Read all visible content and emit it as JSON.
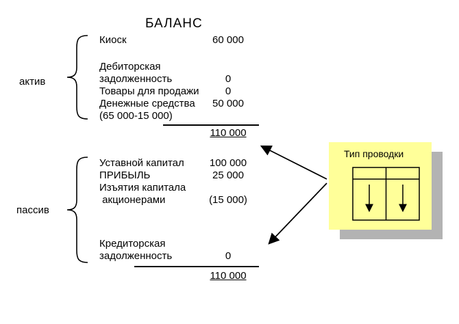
{
  "title": "БАЛАНС",
  "assets": {
    "group_label": "актив",
    "rows": [
      {
        "label": "Киоск",
        "value": "60 000"
      },
      {
        "label": "Дебиторская",
        "value": ""
      },
      {
        "label": "задолженность",
        "value": "0"
      },
      {
        "label": "Товары для продажи",
        "value": "0"
      },
      {
        "label": "Денежные средства",
        "value": "50 000"
      },
      {
        "label": "(65 000-15 000)",
        "value": ""
      }
    ],
    "total": "110 000"
  },
  "liabilities": {
    "group_label": "пассив",
    "rows": [
      {
        "label": "Уставной капитал",
        "value": "100 000"
      },
      {
        "label": "ПРИБЫЛЬ",
        "value": "25 000"
      },
      {
        "label": "Изъятия капитала",
        "value": ""
      },
      {
        "label": " акционерами",
        "value": "(15 000)"
      },
      {
        "label": "Кредиторская",
        "value": ""
      },
      {
        "label": "задолженность",
        "value": "0"
      }
    ],
    "total": "110 000"
  },
  "callout": {
    "label": "Тип проводки",
    "bg_color": "#ffff99",
    "shadow_color": "#b3b3b3"
  }
}
